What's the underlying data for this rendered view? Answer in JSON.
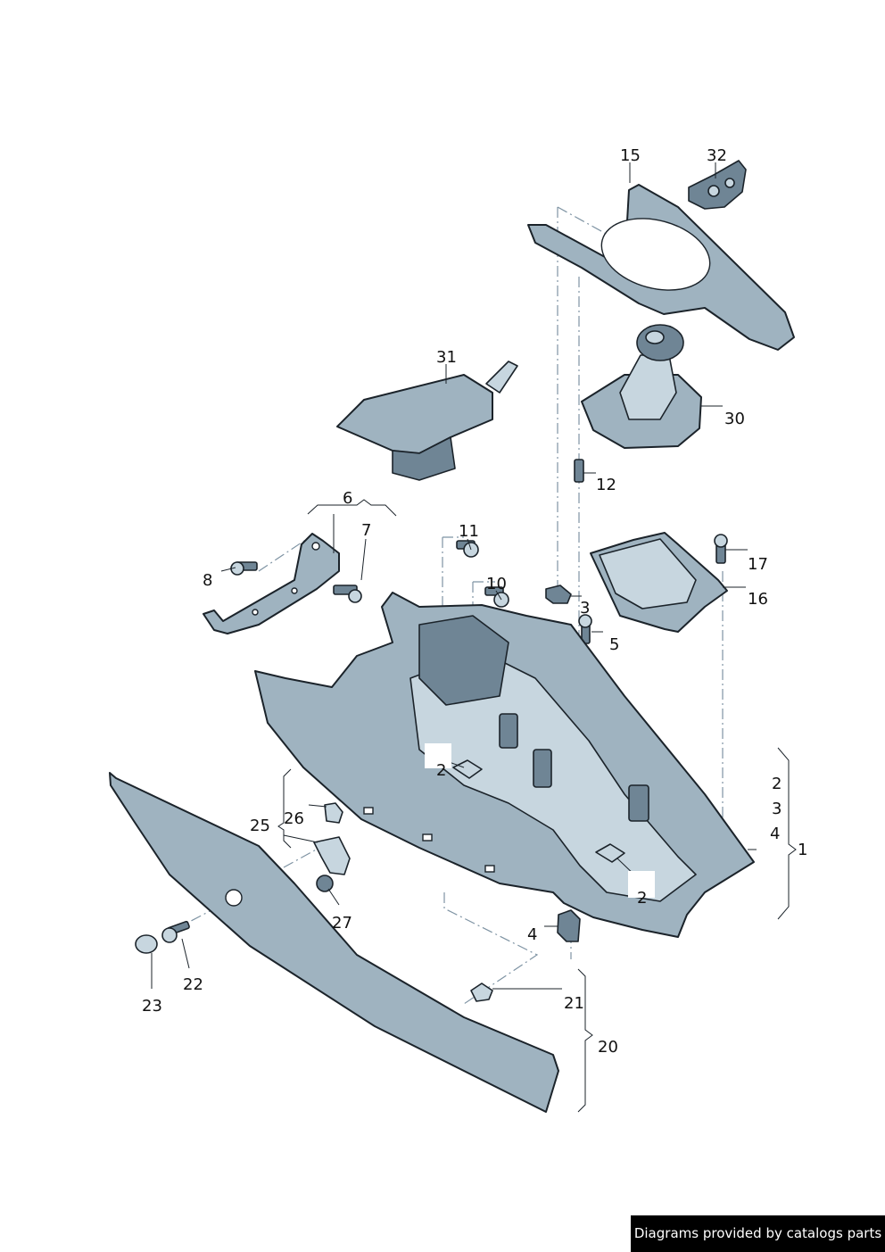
{
  "diagram": {
    "callouts": {
      "c1": "1",
      "c2": "2",
      "c3": "3",
      "c4": "4",
      "c5": "5",
      "c6": "6",
      "c7": "7",
      "c8": "8",
      "c10": "10",
      "c11": "11",
      "c12": "12",
      "c15": "15",
      "c16": "16",
      "c17": "17",
      "c20": "20",
      "c21": "21",
      "c22": "22",
      "c23": "23",
      "c25": "25",
      "c26": "26",
      "c27": "27",
      "c30": "30",
      "c31": "31",
      "c32": "32"
    }
  },
  "footer": {
    "text": "Diagrams provided by catalogs parts"
  },
  "colors": {
    "part_fill": "#9fb3c0",
    "outline": "#1b232a",
    "footer_bg": "#000000",
    "footer_text": "#ffffff"
  }
}
